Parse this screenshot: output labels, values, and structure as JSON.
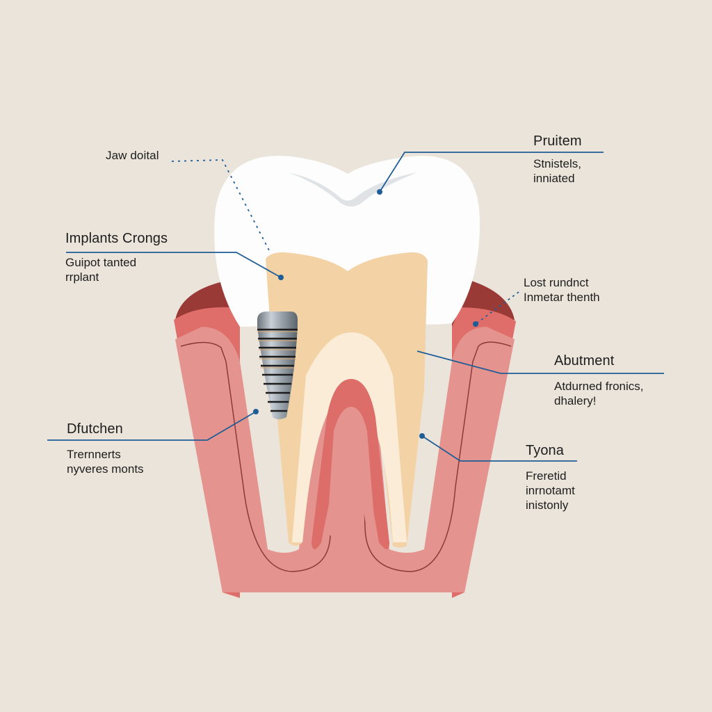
{
  "diagram": {
    "subject": "Dental implant beside natural tooth cross-section",
    "colors": {
      "background": "#ebe4db",
      "enamel_crown": "#fdfdfd",
      "dentin": "#f3d3a6",
      "pulp_light": "#fbecd8",
      "gum_dark": "#9a3a36",
      "gum_mid": "#df6e6a",
      "gum_light": "#e5938f",
      "pulp_red": "#dc6d68",
      "implant_metal": "#9aa3ac",
      "leader_line": "#1f5d96"
    },
    "labels": [
      {
        "id": "jaw-dental",
        "title": "Jaw doital",
        "desc": ""
      },
      {
        "id": "implants-crowns",
        "title": "Implants Crongs",
        "desc": "Guipot tanted\nrrplant"
      },
      {
        "id": "pruitem",
        "title": "Pruitem",
        "desc": "Stnistels,\ninniated"
      },
      {
        "id": "lost-tooth",
        "title": "Lost rundnct",
        "desc": "Inmetar thenth"
      },
      {
        "id": "abutment",
        "title": "Abutment",
        "desc": "Atdurned fronics,\ndhalery!"
      },
      {
        "id": "dfutchen",
        "title": "Dfutchen",
        "desc": "Trernnerts\nnyveres monts"
      },
      {
        "id": "tyona",
        "title": "Tyona",
        "desc": "Freretid\ninrnotamt\ninistonly"
      }
    ]
  }
}
